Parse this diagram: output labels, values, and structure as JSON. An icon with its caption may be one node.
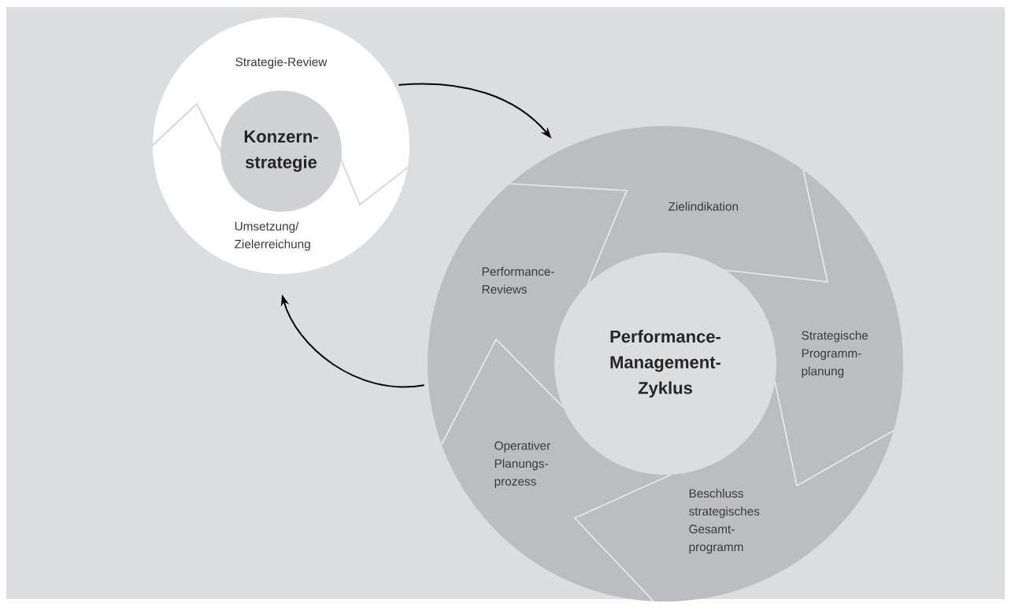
{
  "diagram": {
    "nodes": [
      {
        "text": [
          "Strategie-Review",
          "Umsetzung/ Zielerreichung"
        ]
      },
      {
        "text": [
          "Konzern- strategie"
        ],
        "in": 0
      },
      {
        "text": [
          "Zielindikation",
          "Performance- Reviews",
          "Strategische Programm- planung",
          "Operativer Planungs- prozess",
          "Beschluss strategisches Gesamt- programm"
        ]
      },
      {
        "text": [
          "Performance- Management- Zyklus"
        ],
        "in": 2
      }
    ],
    "edges": [
      {
        "from": 0,
        "to": 2,
        "arrow": "to"
      },
      {
        "from": 2,
        "to": 0,
        "arrow": "to"
      }
    ]
  }
}
